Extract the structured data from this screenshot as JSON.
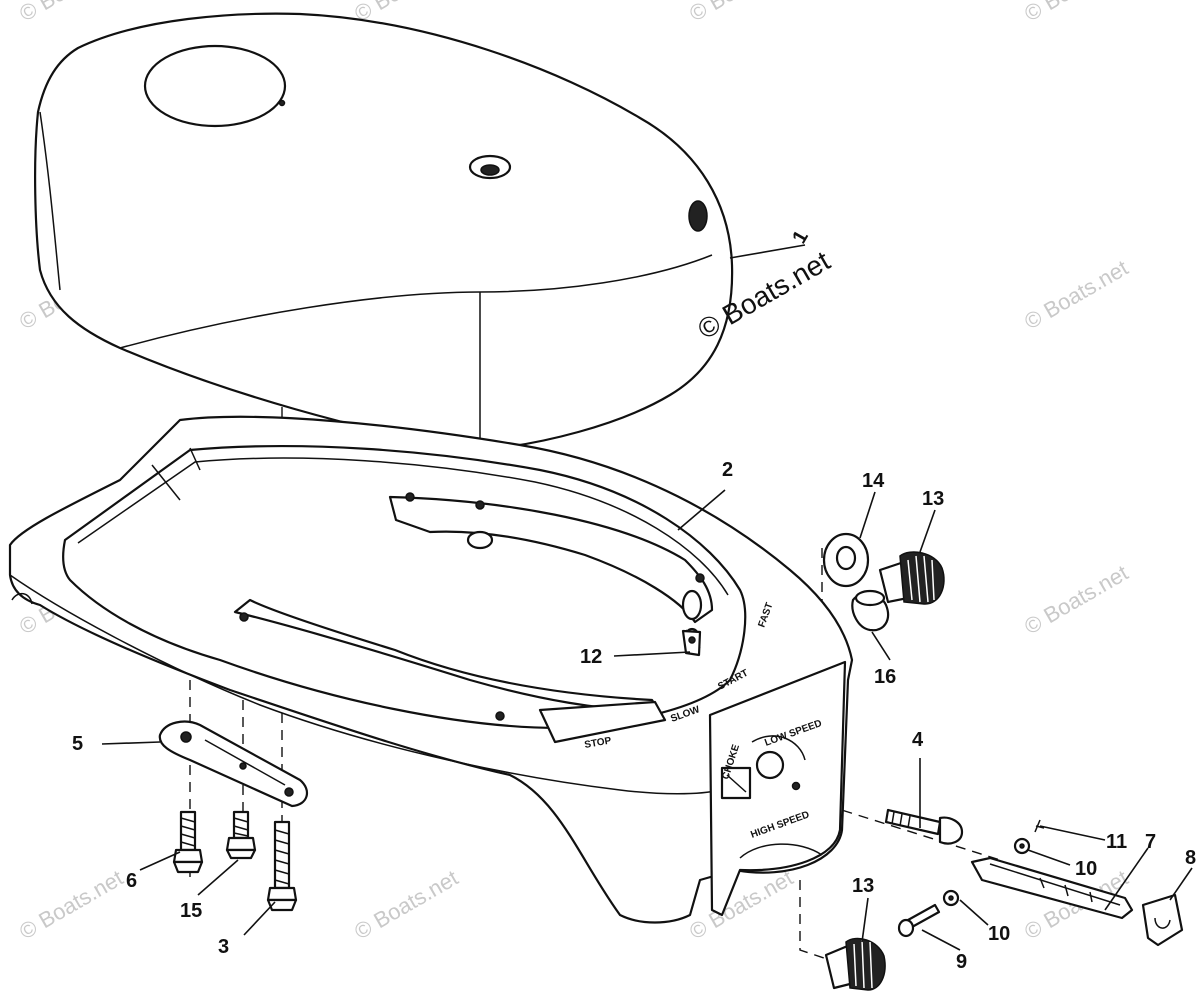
{
  "diagram": {
    "watermark_text": "© Boats.net",
    "part_labels": {
      "l1": "1",
      "l2": "2",
      "l3": "3",
      "l4": "4",
      "l5": "5",
      "l6": "6",
      "l7": "7",
      "l8": "8",
      "l9": "9",
      "l10a": "10",
      "l10b": "10",
      "l11": "11",
      "l12": "12",
      "l13a": "13",
      "l13b": "13",
      "l14": "14",
      "l15": "15",
      "l16": "16"
    },
    "panel_text": {
      "fast": "FAST",
      "start": "START",
      "slow": "SLOW",
      "stop": "STOP",
      "choke": "CHOKE",
      "high_speed": "HIGH SPEED",
      "low_speed": "LOW SPEED"
    }
  }
}
